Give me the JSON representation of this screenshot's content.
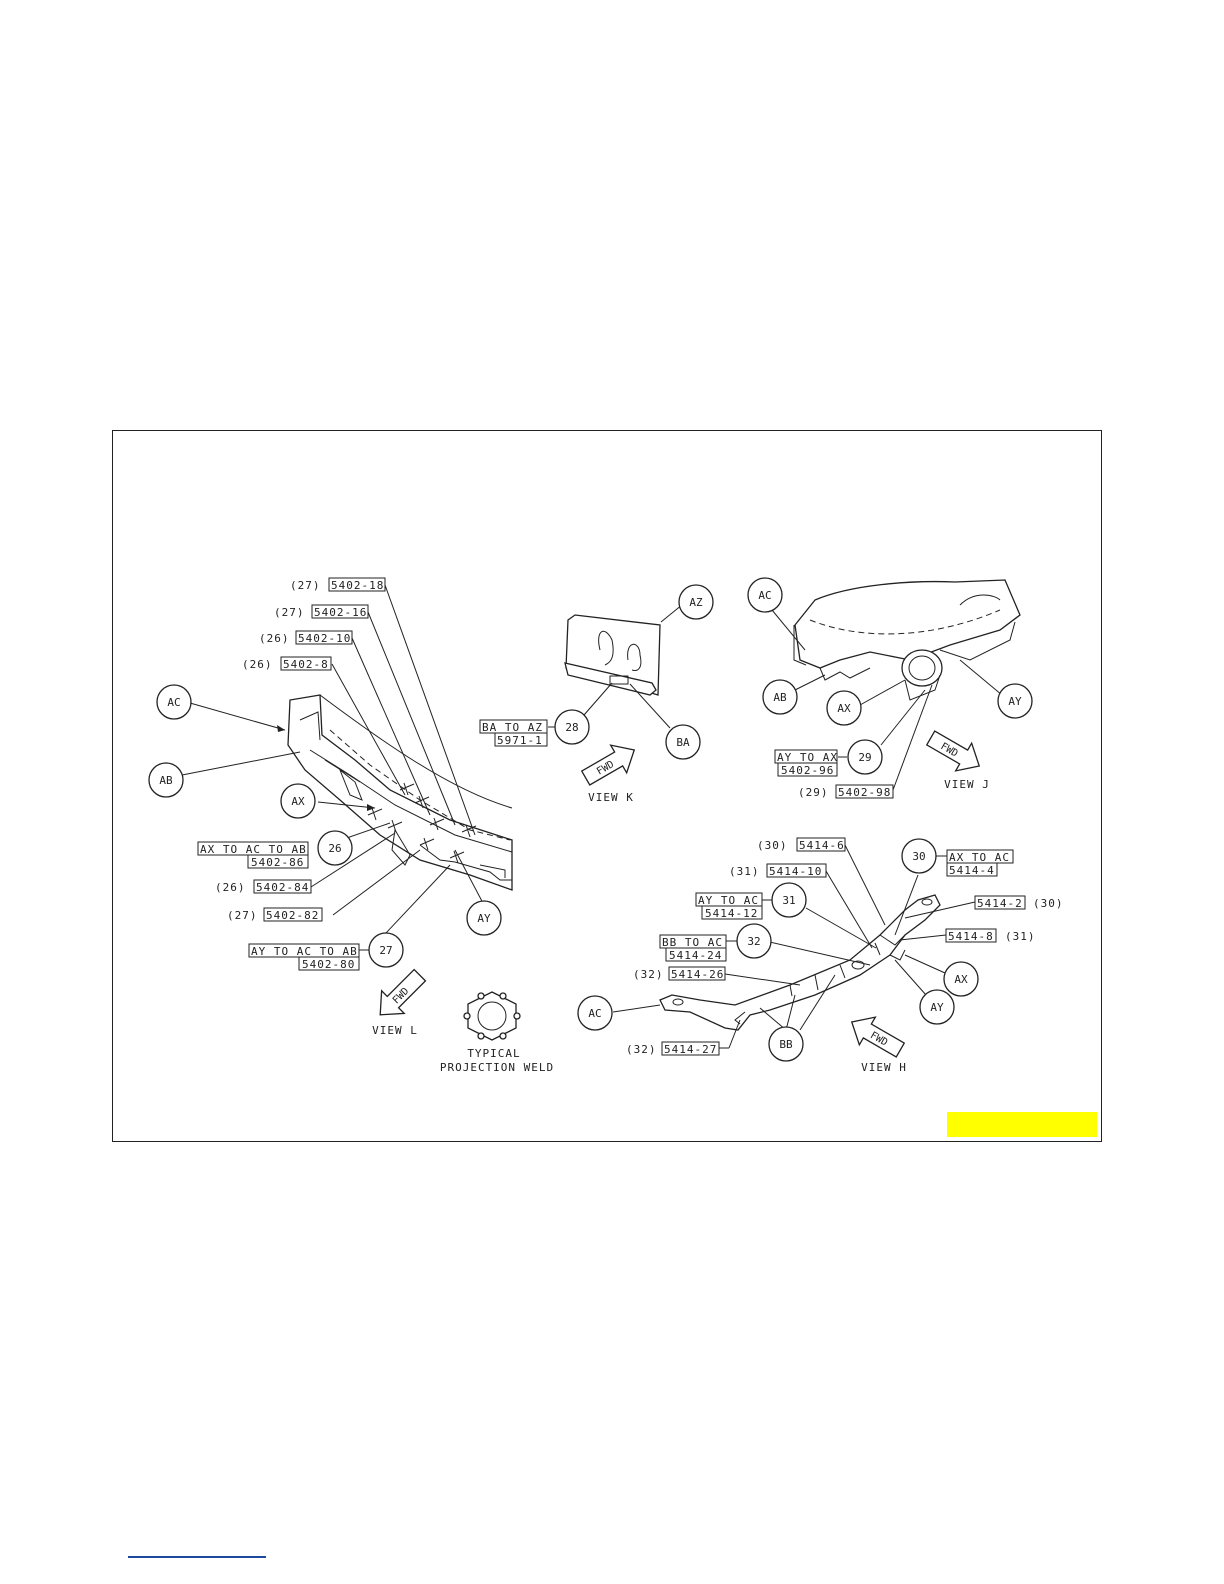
{
  "colors": {
    "line": "#222222",
    "highlight": "#ffff00",
    "footer_link": "#1a4aa0"
  },
  "views": {
    "view_l": "VIEW L",
    "view_k": "VIEW K",
    "view_j": "VIEW J",
    "view_h": "VIEW H"
  },
  "fwd": "FWD",
  "typical": {
    "line1": "TYPICAL",
    "line2": "PROJECTION WELD"
  },
  "balloons": {
    "l_ac": "AC",
    "l_ab": "AB",
    "l_ax": "AX",
    "l_ay": "AY",
    "l_26": "26",
    "l_27": "27",
    "k_az": "AZ",
    "k_ba": "BA",
    "k_28": "28",
    "j_ac": "AC",
    "j_ab": "AB",
    "j_ax": "AX",
    "j_ay": "AY",
    "j_29": "29",
    "h_30": "30",
    "h_31": "31",
    "h_32": "32",
    "h_ac": "AC",
    "h_bb": "BB",
    "h_ax": "AX",
    "h_ay": "AY"
  },
  "view_l_labels": {
    "w1_num": "(27)",
    "w1_code": "5402-18",
    "w2_num": "(27)",
    "w2_code": "5402-16",
    "w3_num": "(26)",
    "w3_code": "5402-10",
    "w4_num": "(26)",
    "w4_code": "5402-8",
    "g26_title": "AX TO AC TO AB",
    "g26_code": "5402-86",
    "w5_num": "(26)",
    "w5_code": "5402-84",
    "w6_num": "(27)",
    "w6_code": "5402-82",
    "g27_title": "AY TO AC TO AB",
    "g27_code": "5402-80"
  },
  "view_k_labels": {
    "g28_title": "BA TO AZ",
    "g28_code": "5971-1"
  },
  "view_j_labels": {
    "g29_title": "AY TO AX",
    "g29_code": "5402-96",
    "w_num": "(29)",
    "w_code": "5402-98"
  },
  "view_h_labels": {
    "a_num": "(30)",
    "a_code": "5414-6",
    "b_num": "(31)",
    "b_code": "5414-10",
    "g30_title": "AX TO AC",
    "g30_code": "5414-4",
    "g31_title": "AY TO AC",
    "g31_code": "5414-12",
    "c_code": "5414-2",
    "c_num": "(30)",
    "d_code": "5414-8",
    "d_num": "(31)",
    "g32_title": "BB TO AC",
    "g32_code": "5414-24",
    "e_num": "(32)",
    "e_code": "5414-26",
    "f_num": "(32)",
    "f_code": "5414-27"
  }
}
